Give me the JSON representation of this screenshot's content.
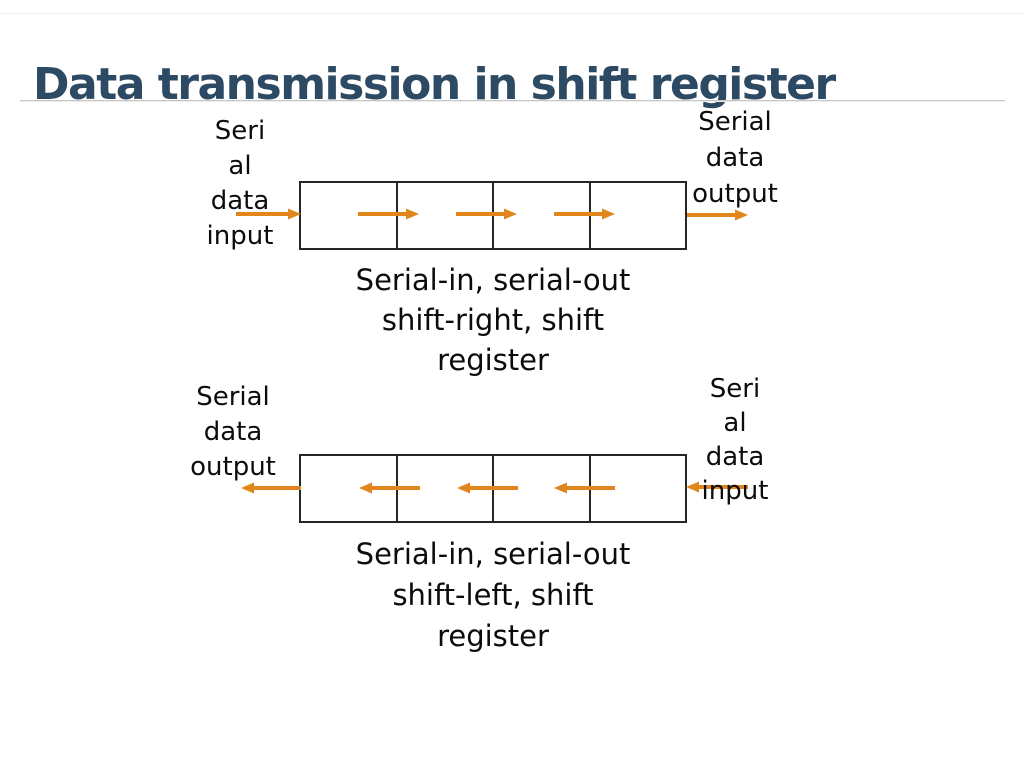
{
  "slide": {
    "title": "Data transmission in shift register",
    "background": "#ffffff"
  },
  "colors": {
    "title_text": "#2C4A63",
    "body_text": "#0c0c0c",
    "arrow": "#E0861C",
    "box_border": "#262626",
    "title_rule": "#c6c6c6"
  },
  "top_diagram": {
    "shift_direction": "right",
    "cell_count": 4,
    "input_label_lines": [
      "Seri",
      "al",
      "data",
      "input"
    ],
    "output_label_lines": [
      "Serial",
      "data",
      "output"
    ],
    "caption_lines": [
      "Serial-in, serial-out",
      "shift-right, shift",
      "register"
    ]
  },
  "bottom_diagram": {
    "shift_direction": "left",
    "cell_count": 4,
    "output_label_lines": [
      "Serial",
      "data",
      "output"
    ],
    "input_label_lines": [
      "Seri",
      "al",
      "data",
      "input"
    ],
    "caption_lines": [
      "Serial-in, serial-out",
      "shift-left, shift",
      "register"
    ]
  }
}
